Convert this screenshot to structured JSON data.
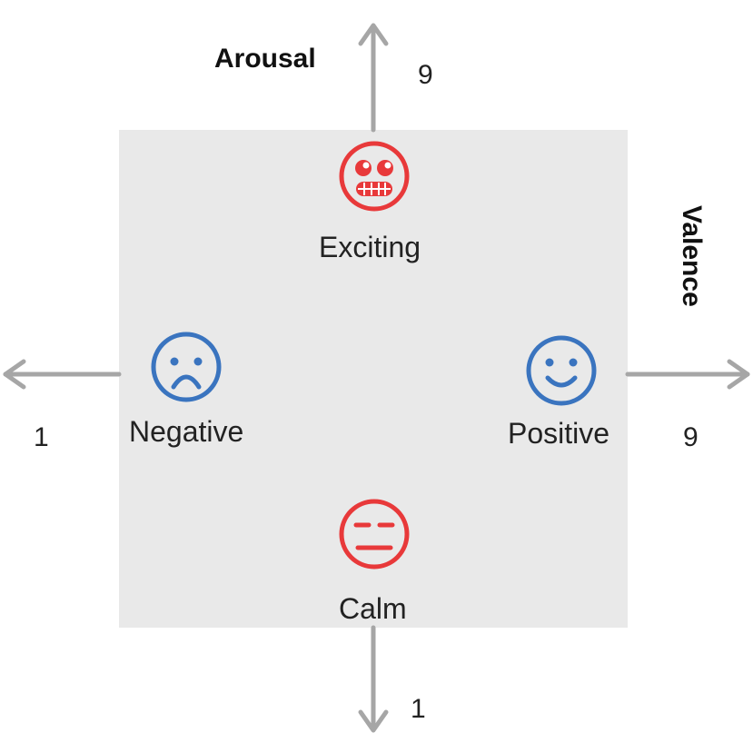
{
  "axes": {
    "arousal": {
      "title": "Arousal",
      "max_label": "9",
      "min_label": "1"
    },
    "valence": {
      "title": "Valence",
      "max_label": "9",
      "min_label": "1"
    }
  },
  "quadrant_labels": {
    "top": "Exciting",
    "bottom": "Calm",
    "left": "Negative",
    "right": "Positive"
  },
  "colors": {
    "background_square": "#e9e9e9",
    "axis_arrow": "#a6a6a6",
    "arousal_icon": "#e8393a",
    "valence_icon": "#3a74bf"
  },
  "icons": {
    "top": "excited-face-icon",
    "bottom": "neutral-face-icon",
    "left": "sad-face-icon",
    "right": "happy-face-icon"
  }
}
